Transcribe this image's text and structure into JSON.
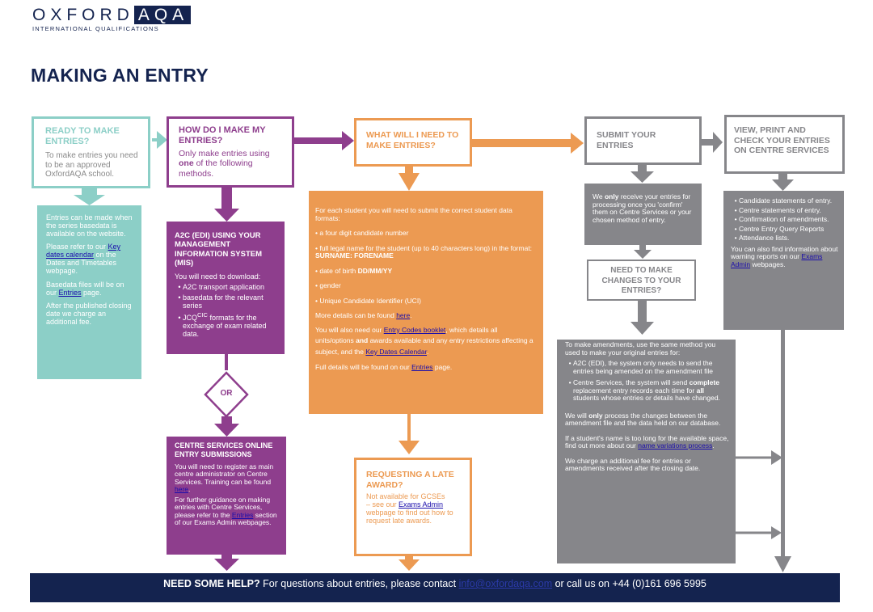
{
  "header": {
    "logo_word": "OXFORD",
    "logo_aqa": "AQA",
    "logo_sub": "INTERNATIONAL QUALIFICATIONS",
    "page_title": "MAKING AN ENTRY"
  },
  "ready": {
    "heading": "READY TO MAKE ENTRIES?",
    "body": "To make entries you need to be an approved OxfordAQA school.",
    "info_1": "Entries can be made when the series basedata is available on the website.",
    "info_2_pre": "Please refer to our ",
    "info_2_link": "Key dates calendar",
    "info_2_post": " on the Dates and Timetables webpage.",
    "info_3_pre": "Basedata files will be on our ",
    "info_3_link": "Entries",
    "info_3_post": " page.",
    "info_4": "After the published closing date we charge an additional fee."
  },
  "how": {
    "heading": "HOW DO I MAKE MY ENTRIES?",
    "body_pre": "Only make entries using ",
    "body_bold": "one",
    "body_post": " of the following methods."
  },
  "a2c": {
    "heading": "A2C (EDI) USING YOUR MANAGEMENT INFORMATION SYSTEM (MIS)",
    "intro": "You will need to download:",
    "items": [
      "A2C transport application",
      "basedata for the relevant series",
      "formats for the exchange of exam related data."
    ],
    "jcq": "JCQ",
    "cic": "CIC",
    "or_label": "OR"
  },
  "centre_online": {
    "heading": "CENTRE SERVICES ONLINE ENTRY SUBMISSIONS",
    "p1_pre": "You will need to register as main centre administrator on Centre Services. Training can be found ",
    "p1_link": "here",
    "p1_post": ".",
    "p2_pre": "For further guidance on making entries with Centre Services, please refer to the ",
    "p2_link": "Entries",
    "p2_post": " section of our Exams Admin webpages."
  },
  "what": {
    "heading": "WHAT WILL I NEED TO MAKE ENTRIES?",
    "intro": "For each student you will need to submit the correct student data formats:",
    "b1": "a four digit candidate number",
    "b2": "full legal name for the student (up to 40 characters long) in the format:",
    "b2_format": "SURNAME: FORENAME",
    "b3_pre": "date of birth ",
    "b3_bold": "DD/MM/YY",
    "b4": "gender",
    "b5": "Unique Candidate Identifier (UCI)",
    "more_pre": "More details can be found ",
    "more_link": "here",
    "more_post": ".",
    "also_pre": "You will also need our ",
    "also_link": "Entry Codes booklet",
    "also_mid1": ", which details all units/options ",
    "also_bold": "and",
    "also_mid2": " awards available and any entry restrictions affecting a subject, and the ",
    "also_link2": "Key Dates Calendar",
    "also_post": ".",
    "full_pre": "Full details will be found on our ",
    "full_link": "Entries",
    "full_post": " page."
  },
  "late": {
    "heading": "REQUESTING A LATE AWARD?",
    "l1": "Not available for GCSEs",
    "l2_pre": "– see our ",
    "l2_link": "Exams Admin",
    "l2_post": " webpage to find out how to request late awards."
  },
  "submit": {
    "heading": "SUBMIT YOUR ENTRIES",
    "body_pre": "We ",
    "body_bold": "only",
    "body_post": " receive your entries for processing once you 'confirm' them on Centre Services or your chosen method of entry."
  },
  "changes": {
    "heading": "NEED TO MAKE CHANGES TO YOUR ENTRIES?",
    "intro": "To make amendments, use the same method you used to make your original entries for:",
    "b1": "A2C (EDI), the system only needs to send the entries being amended on the amendment file",
    "b2_pre": "Centre Services, the system will send ",
    "b2_bold1": "complete",
    "b2_mid": " replacement entry records each time for ",
    "b2_bold2": "all",
    "b2_post": " students whose entries or details have changed.",
    "p1_pre": "We will ",
    "p1_bold": "only",
    "p1_post": " process the changes between the amendment file and the data held on our database.",
    "p2_pre": "If a student's name is too long for the available space, find out more about our ",
    "p2_link": "name variations process",
    "p2_post": ".",
    "p3": "We charge an additional fee for entries or amendments received after the closing date."
  },
  "view": {
    "heading": "VIEW, PRINT AND CHECK YOUR ENTRIES ON CENTRE SERVICES",
    "items": [
      "Candidate statements of entry.",
      "Centre statements of entry.",
      "Confirmation of amendments.",
      "Centre Entry Query Reports",
      "Attendance lists."
    ],
    "more_pre": "You can also find information about warning reports on our ",
    "more_link": "Exams Admin",
    "more_post": " webpages."
  },
  "footer": {
    "bold": "NEED SOME HELP?",
    "text": " For questions about entries, please contact ",
    "email": "info@oxfordaqa.com",
    "tail": " or call us on +44 (0)161 696 5995"
  },
  "colors": {
    "navy": "#14234f",
    "teal": "#8ccfc7",
    "purple": "#8e3e8d",
    "orange": "#ec9a52",
    "grey": "#86868a"
  }
}
